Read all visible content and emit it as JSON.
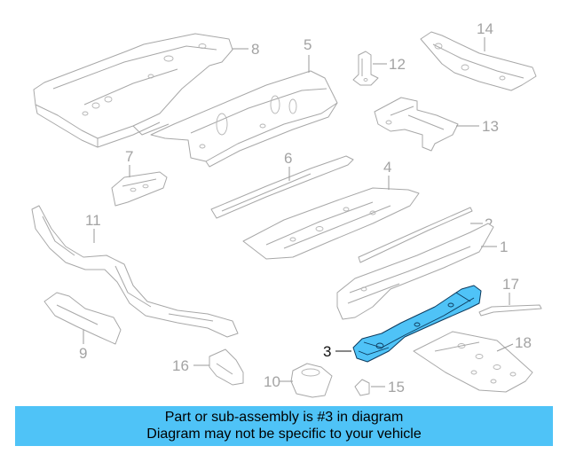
{
  "diagram": {
    "highlight_color": "#4fc3f7",
    "highlighted_callout": "3",
    "callouts": {
      "c1": "1",
      "c2": "2",
      "c3": "3",
      "c4": "4",
      "c5": "5",
      "c6": "6",
      "c7": "7",
      "c8": "8",
      "c9": "9",
      "c10": "10",
      "c11": "11",
      "c12": "12",
      "c13": "13",
      "c14": "14",
      "c15": "15",
      "c16": "16",
      "c17": "17",
      "c18": "18"
    }
  },
  "banner": {
    "line1": "Part or sub-assembly is #3 in diagram",
    "line2": "Diagram may not be specific to your vehicle"
  }
}
